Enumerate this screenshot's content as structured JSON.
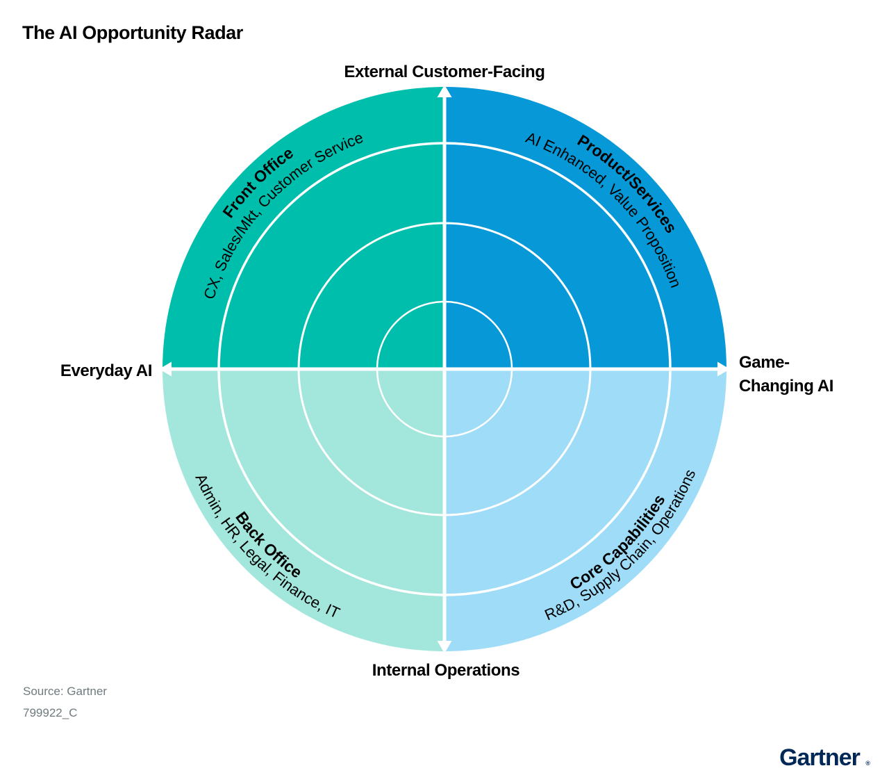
{
  "title": "The AI Opportunity Radar",
  "axes": {
    "top": "External Customer-Facing",
    "bottom": "Internal Operations",
    "left": "Everyday AI",
    "right_lines": [
      "Game-",
      "Changing AI"
    ]
  },
  "quadrants": [
    {
      "position": "top-left",
      "name": "Front Office",
      "subtitle": "CX, Sales/Mkt, Customer Service",
      "color": "#00BEAC"
    },
    {
      "position": "top-right",
      "name": "Product/Services",
      "subtitle": "AI Enhanced, Value Proposition",
      "color": "#0698D7"
    },
    {
      "position": "bottom-left",
      "name": "Back Office",
      "subtitle": "Admin, HR, Legal, Finance, IT",
      "color": "#A3E6DC"
    },
    {
      "position": "bottom-right",
      "name": "Core Capabilities",
      "subtitle": "R&D, Supply Chain, Operations",
      "color": "#9EDCF7"
    }
  ],
  "footer": {
    "source": "Source: Gartner",
    "figure_code": "799922_C",
    "text_color": "#6E7B7E"
  },
  "logo": {
    "text": "Gartner",
    "registered": "®",
    "color": "#002856"
  },
  "styles": {
    "ring_color": "#FFFFFF",
    "label_color": "#000000",
    "background": "#FFFFFF"
  }
}
